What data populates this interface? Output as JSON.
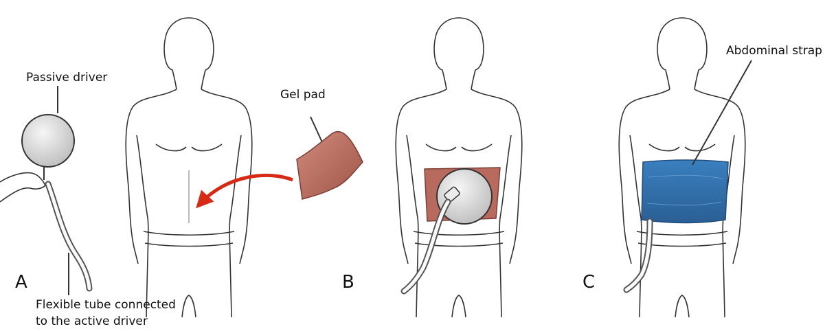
{
  "labels": {
    "passive_driver": "Passive driver",
    "gel_pad": "Gel pad",
    "abdominal_strap": "Abdominal strap",
    "tube_line1": "Flexible tube connected",
    "tube_line2": "to the active driver"
  },
  "panels": {
    "a": "A",
    "b": "B",
    "c": "C"
  },
  "colors": {
    "outline": "#333333",
    "driver_fill": "#d8d8d8",
    "gel_pad": "#b86a5e",
    "strap": "#2f6ea8",
    "arrow": "#d62a14"
  }
}
